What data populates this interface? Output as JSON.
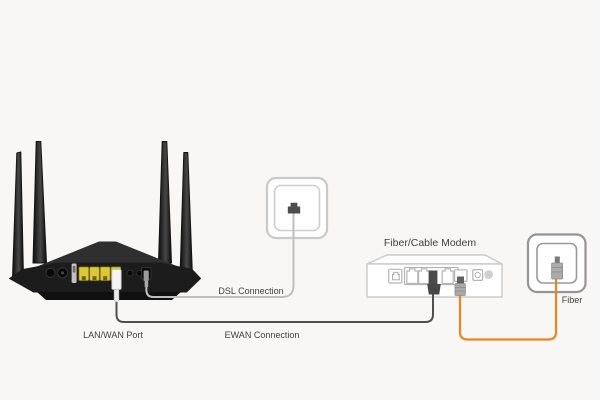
{
  "labels": {
    "lan_wan_port": "LAN/WAN Port",
    "dsl_connection": "DSL Connection",
    "ewan_connection": "EWAN Connection",
    "fiber_cable_modem": "Fiber/Cable Modem",
    "fiber": "Fiber"
  },
  "colors": {
    "background": "#f8f7f5",
    "label_text": "#404040",
    "fiber_cable_orange": "#E8871F",
    "dsl_cable_gray": "#BFBFBF",
    "ewan_cable_dark": "#4F4F4F",
    "lan_port_yellow": "#DDC832"
  }
}
